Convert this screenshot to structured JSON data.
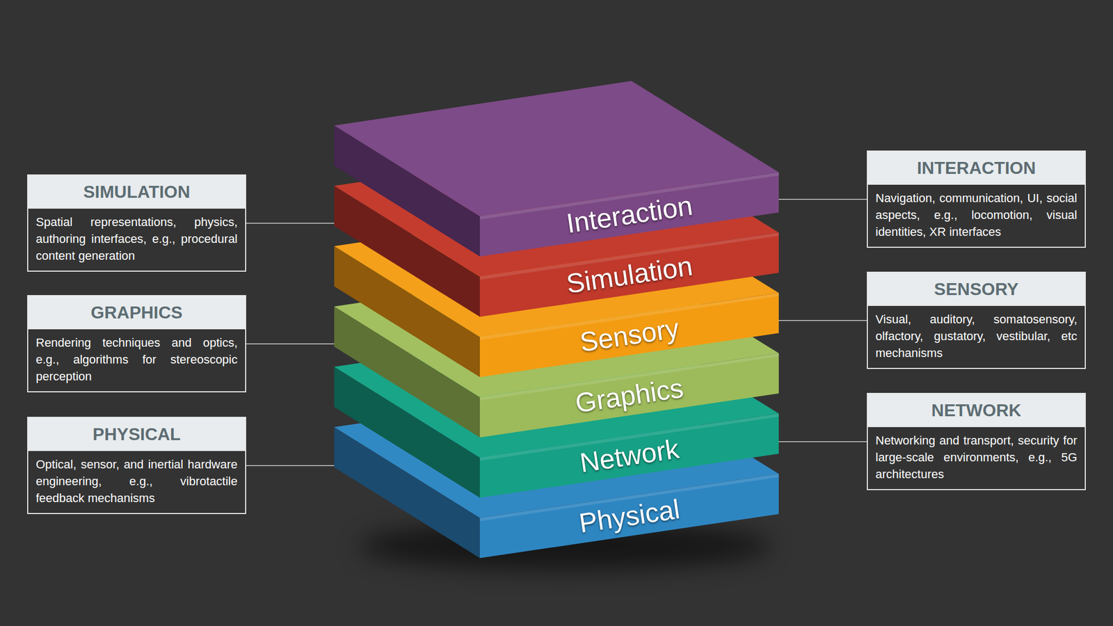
{
  "diagram": {
    "nodes": [
      {
        "text": [
          "SIMULATION",
          "Spatial representations, physics, authoring interfaces, e.g., procedural content generation"
        ]
      },
      {
        "text": [
          "GRAPHICS",
          "Rendering techniques and optics, e.g., algorithms for stereoscopic perception"
        ]
      },
      {
        "text": [
          "PHYSICAL",
          "Optical, sensor, and inertial hardware engineering, e.g., vibrotactile feedback mechanisms"
        ]
      },
      {
        "text": [
          "Interaction"
        ]
      },
      {
        "text": [
          "Simulation"
        ]
      },
      {
        "text": [
          "Sensory"
        ]
      },
      {
        "text": [
          "Graphics"
        ]
      },
      {
        "text": [
          "Network"
        ]
      },
      {
        "text": [
          "Physical"
        ]
      },
      {
        "text": [
          "INTERACTION",
          "Navigation, communication, UI, social aspects, e.g., locomotion, visual identities, XR interfaces"
        ]
      },
      {
        "text": [
          "SENSORY",
          "Visual, auditory, somatosensory, olfactory, gustatory, vestibular, etc mechanisms"
        ]
      },
      {
        "text": [
          "NETWORK",
          "Networking and transport, security for large-scale environments, e.g., 5G architectures"
        ]
      }
    ],
    "edges": [
      {
        "from": 0,
        "to": 4,
        "arrow": "none"
      },
      {
        "from": 1,
        "to": 6,
        "arrow": "none"
      },
      {
        "from": 2,
        "to": 8,
        "arrow": "none"
      },
      {
        "from": 9,
        "to": 3,
        "arrow": "none"
      },
      {
        "from": 10,
        "to": 5,
        "arrow": "none"
      },
      {
        "from": 11,
        "to": 7,
        "arrow": "none"
      }
    ]
  }
}
